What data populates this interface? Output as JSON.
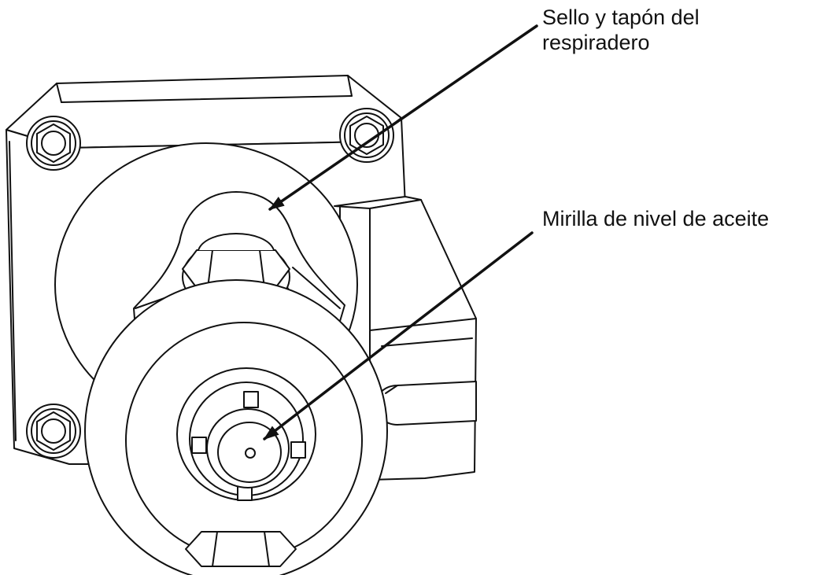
{
  "callouts": {
    "breather": {
      "line1": "Sello y tapón del",
      "line2": "respiradero"
    },
    "sight_glass": {
      "line1": "Mirilla de nivel de aceite"
    }
  },
  "colors": {
    "line": "#111111",
    "background": "#ffffff"
  }
}
